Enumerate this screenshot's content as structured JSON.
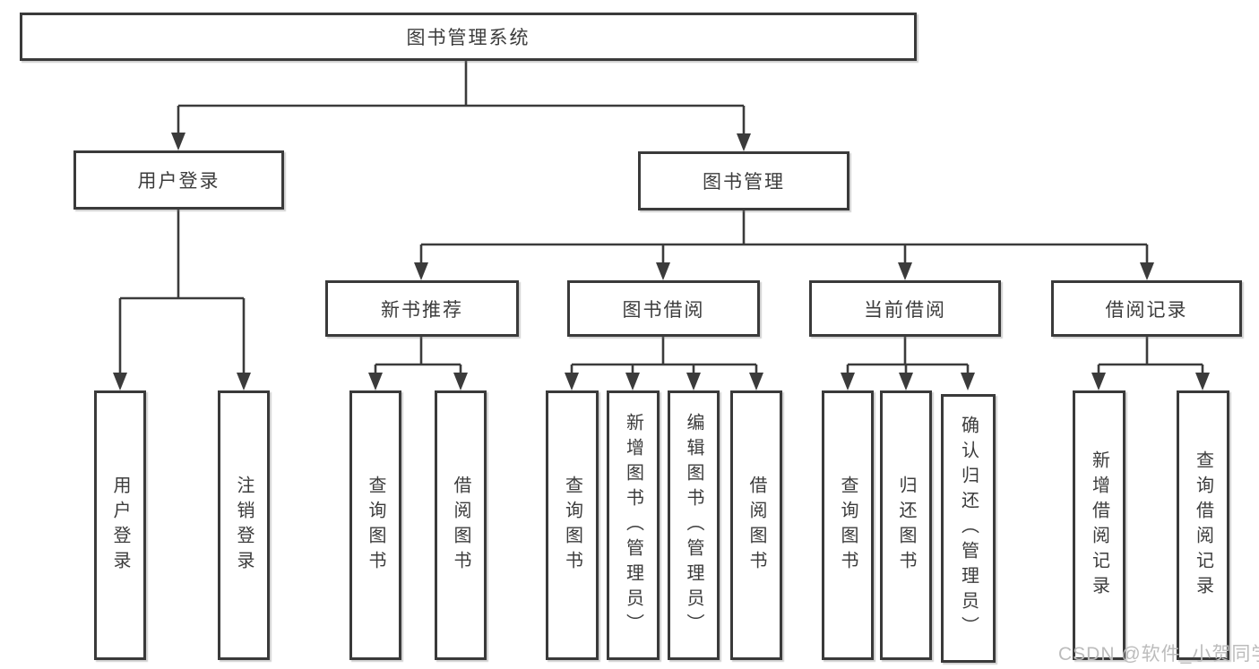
{
  "diagram": {
    "root_label": "图书管理系统",
    "branches": [
      {
        "label": "用户登录",
        "children": [
          {
            "label": "用户登录"
          },
          {
            "label": "注销登录"
          }
        ]
      },
      {
        "label": "图书管理",
        "children": [
          {
            "label": "新书推荐",
            "children": [
              {
                "label": "查询图书"
              },
              {
                "label": "借阅图书"
              }
            ]
          },
          {
            "label": "图书借阅",
            "children": [
              {
                "label": "查询图书"
              },
              {
                "label": "新增图书（管理员）"
              },
              {
                "label": "编辑图书（管理员）"
              },
              {
                "label": "借阅图书"
              }
            ]
          },
          {
            "label": "当前借阅",
            "children": [
              {
                "label": "查询图书"
              },
              {
                "label": "归还图书"
              },
              {
                "label": "确认归还（管理员）"
              }
            ]
          },
          {
            "label": "借阅记录",
            "children": [
              {
                "label": "新增借阅记录"
              },
              {
                "label": "查询借阅记录"
              }
            ]
          }
        ]
      }
    ]
  },
  "watermark": {
    "text": "CSDN @软件_小贺同学"
  },
  "colors": {
    "line": "#3b3b3b",
    "text": "#3c3c3c",
    "watermark": "#bcbcbc",
    "background": "#ffffff"
  }
}
